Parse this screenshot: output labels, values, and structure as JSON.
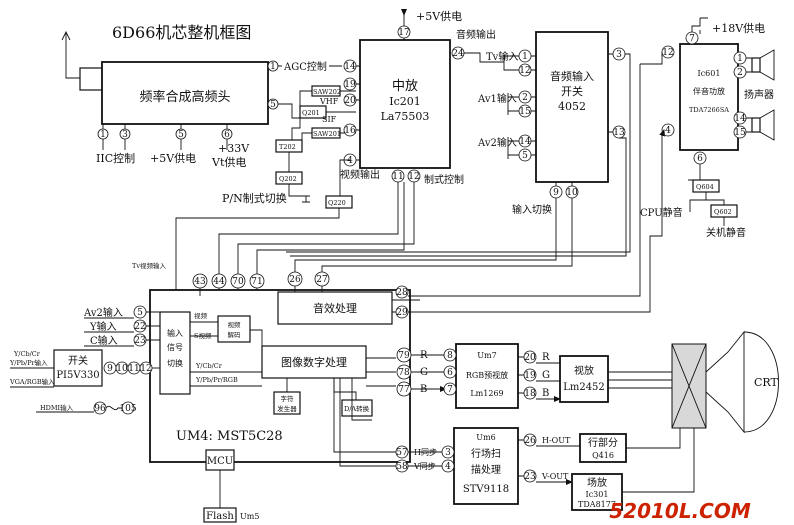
{
  "title": "6D66机芯整机框图",
  "tuner": {
    "label": "频率合成高频头",
    "agc": "AGC控制",
    "iic": "IIC控制",
    "v5": "+5V供电",
    "v33": "+33V",
    "vt": "Vt供电",
    "pin_agc": "1",
    "pin_out": "5",
    "pin_a": "1",
    "pin_b": "3",
    "pin_c": "5",
    "pin_d": "6"
  },
  "pn": {
    "label": "P/N制式切换",
    "q202": "Q202",
    "t202": "T202",
    "q201": "Q201",
    "saw1": "SAW202",
    "saw2": "SAW201",
    "vhf": "VHF",
    "sif": "SIF",
    "q220": "Q220"
  },
  "if_ic": {
    "title": "中放",
    "part1": "Ic201",
    "part2": "La75503",
    "supply": "+5V供电",
    "pin_supply": "17",
    "audio_out": "音频输出",
    "video_out": "视频输出",
    "std_ctrl": "制式控制",
    "pins": [
      "14",
      "19",
      "20",
      "16",
      "4",
      "11",
      "12",
      "24"
    ]
  },
  "audio_sw": {
    "label1": "音频输入",
    "label2": "开关",
    "part": "4052",
    "tv_in": "Tv输入",
    "av1_in": "Av1输入",
    "av2_in": "Av2输入",
    "input_sw": "输入切换",
    "pins": [
      "1",
      "12",
      "2",
      "15",
      "14",
      "5",
      "3",
      "13",
      "9",
      "10"
    ]
  },
  "amp": {
    "part1": "Ic601",
    "part2": "伴音功放",
    "part3": "TDA7266SA",
    "supply": "+18V供电",
    "speaker": "扬声器",
    "cpu_mute": "CPU静音",
    "off_mute": "关机静音",
    "q604": "Q604",
    "q602": "Q602",
    "pins": [
      "12",
      "7",
      "1",
      "2",
      "4",
      "14",
      "15",
      "6"
    ]
  },
  "main": {
    "label": "UM4: MST5C28",
    "tv_video_in": "Tv视频输入",
    "top_pins": [
      "43",
      "44",
      "70",
      "71",
      "26",
      "27"
    ],
    "input_sel": [
      "输入",
      "信号",
      "切换"
    ],
    "video_label": "视频",
    "svideo_label": "S视频",
    "decoder": [
      "视频",
      "解码"
    ],
    "ycbcr": "Y/Cb/Cr",
    "ypbpr": "Y/Pb/Pr/RGB",
    "audio_proc": "音效处理",
    "image_proc": "图像数字处理",
    "char_gen": [
      "字符",
      "发生器"
    ],
    "dac": "D/A转换",
    "mcu": "MCU",
    "flash": "Flash",
    "um5": "Um5",
    "hsync": "H同步",
    "vsync": "V同步",
    "audio_out_pins": [
      "28",
      "29"
    ],
    "rgb_pins": [
      "79",
      "78",
      "77"
    ],
    "sync_pins": [
      "57",
      "58"
    ],
    "r": "R",
    "g": "G",
    "b": "B"
  },
  "inputs": {
    "av2": "Av2输入",
    "y": "Y输入",
    "c": "C输入",
    "ycbcr": "Y/Cb/Cr",
    "ypbpr": "Y/Pb/Pr输入",
    "vga": "VGA/RGB输入",
    "hdmi": "HDMI输入",
    "pins": [
      "5",
      "22",
      "23"
    ],
    "sw_pins": [
      "9",
      "10",
      "11",
      "12"
    ],
    "hdmi_pins": [
      "96",
      "105"
    ]
  },
  "switch_ic": {
    "label1": "开关",
    "label2": "PI5V330"
  },
  "rgb_pre": {
    "title": "Um7",
    "label": "RGB预视放",
    "part": "Lm1269",
    "pins_in": [
      "8",
      "6",
      "7"
    ],
    "pins_out": [
      "20",
      "19",
      "18"
    ],
    "r": "R",
    "g": "G",
    "b": "B"
  },
  "video_amp": {
    "label": "视放",
    "part": "Lm2452"
  },
  "crt": {
    "label": "CRT"
  },
  "scan": {
    "title": "Um6",
    "label1": "行场扫",
    "label2": "描处理",
    "part": "STV9118",
    "hout": "H-OUT",
    "vout": "V-OUT",
    "pins_in": [
      "3",
      "4"
    ],
    "pins_out": [
      "26",
      "23"
    ]
  },
  "h_drive": {
    "label": "行部分",
    "part": "Q416"
  },
  "v_drive": {
    "label": "场放",
    "part1": "Ic301",
    "part2": "TDA8177"
  },
  "watermark": "52010L.COM"
}
